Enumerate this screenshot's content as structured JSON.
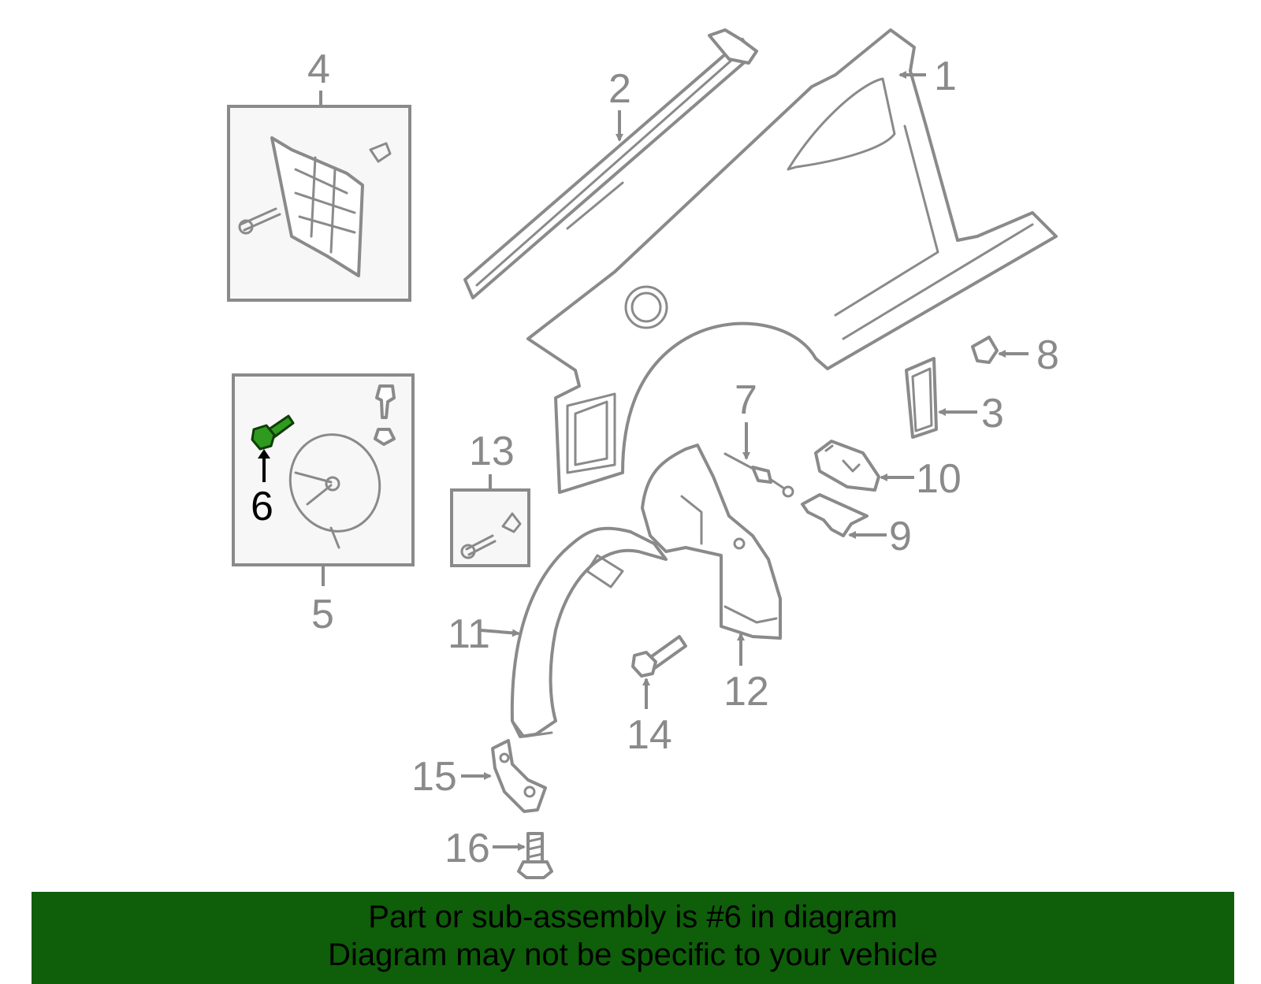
{
  "callouts": {
    "c1": "1",
    "c2": "2",
    "c3": "3",
    "c4": "4",
    "c5": "5",
    "c6": "6",
    "c7": "7",
    "c8": "8",
    "c9": "9",
    "c10": "10",
    "c11": "11",
    "c12": "12",
    "c13": "13",
    "c14": "14",
    "c15": "15",
    "c16": "16"
  },
  "highlight_part": "6",
  "colors": {
    "line": "#8a8a8a",
    "highlight": "#2e9a1e",
    "banner": "#0f5e0a"
  },
  "footer": {
    "line1": "Part or sub-assembly is #6 in diagram",
    "line2": "Diagram may not be specific to your vehicle"
  }
}
